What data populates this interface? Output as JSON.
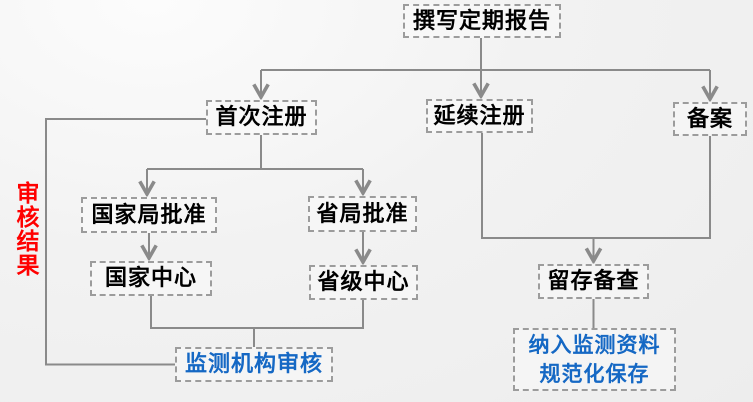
{
  "flowchart": {
    "nodes": {
      "write_report": {
        "label": "撰写定期报告",
        "text_color": "#000000"
      },
      "first_registration": {
        "label": "首次注册",
        "text_color": "#000000"
      },
      "renewal_registration": {
        "label": "延续注册",
        "text_color": "#000000"
      },
      "filing": {
        "label": "备案",
        "text_color": "#000000"
      },
      "national_bureau_approval": {
        "label": "国家局批准",
        "text_color": "#000000"
      },
      "provincial_bureau_approval": {
        "label": "省局批准",
        "text_color": "#000000"
      },
      "national_center": {
        "label": "国家中心",
        "text_color": "#000000"
      },
      "provincial_center": {
        "label": "省级中心",
        "text_color": "#000000"
      },
      "monitoring_agency_review": {
        "label": "监测机构审核",
        "text_color": "#1568c4"
      },
      "retain_for_reference": {
        "label": "留存备查",
        "text_color": "#000000"
      },
      "standardized_storage": {
        "label": "纳入监测资料\n规范化保存",
        "text_color": "#1568c4"
      }
    },
    "side_label": {
      "text": "审核结果",
      "color": "#ff0000"
    },
    "edges": [
      {
        "from": "write_report",
        "to": "first_registration",
        "arrow": true
      },
      {
        "from": "write_report",
        "to": "renewal_registration",
        "arrow": true
      },
      {
        "from": "write_report",
        "to": "filing",
        "arrow": true
      },
      {
        "from": "first_registration",
        "to": "national_bureau_approval",
        "arrow": true
      },
      {
        "from": "first_registration",
        "to": "provincial_bureau_approval",
        "arrow": true
      },
      {
        "from": "national_bureau_approval",
        "to": "national_center",
        "arrow": true
      },
      {
        "from": "provincial_bureau_approval",
        "to": "provincial_center",
        "arrow": true
      },
      {
        "from": "national_center",
        "to": "monitoring_agency_review",
        "arrow": false
      },
      {
        "from": "provincial_center",
        "to": "monitoring_agency_review",
        "arrow": false
      },
      {
        "from": "monitoring_agency_review",
        "to": "first_registration",
        "arrow": false,
        "label": "审核结果"
      },
      {
        "from": "renewal_registration",
        "to": "retain_for_reference",
        "arrow": true
      },
      {
        "from": "filing",
        "to": "retain_for_reference",
        "arrow": true
      },
      {
        "from": "retain_for_reference",
        "to": "standardized_storage",
        "arrow": false
      }
    ],
    "colors": {
      "line": "#8a8a8a",
      "box_border": "#9c9c9c",
      "text": "#000000",
      "highlight_blue": "#1568c4",
      "highlight_red": "#ff0000",
      "background": "#f0f0f0"
    }
  }
}
